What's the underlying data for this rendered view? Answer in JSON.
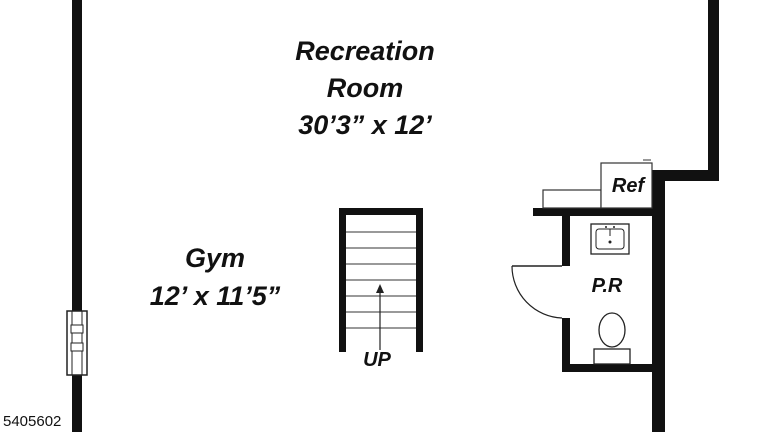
{
  "rooms": {
    "recreation": {
      "name_line1": "Recreation",
      "name_line2": "Room",
      "dimensions": "30’3” x 12’"
    },
    "gym": {
      "name": "Gym",
      "dimensions": "12’ x 11’5”"
    },
    "powder_room": {
      "label": "P.R"
    },
    "refrigerator": {
      "label": "Ref"
    }
  },
  "stairs": {
    "label": "UP"
  },
  "listing": {
    "id": "5405602"
  },
  "colors": {
    "wall": "#111111",
    "line": "#222222",
    "background": "#ffffff"
  }
}
